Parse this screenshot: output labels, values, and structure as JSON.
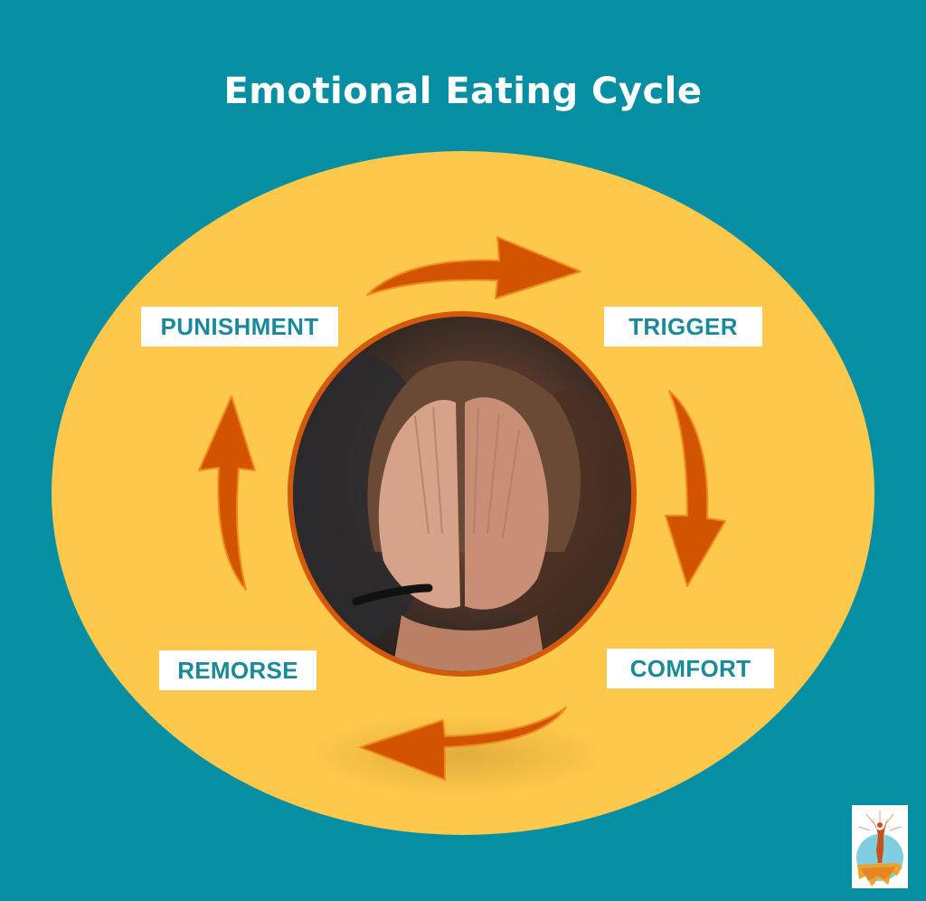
{
  "title": "Emotional Eating Cycle",
  "colors": {
    "background": "#068fa3",
    "ellipse": "#fec84b",
    "arrow": "#d35400",
    "label_text": "#1a8a9a",
    "label_bg": "#ffffff",
    "photo_border": "#d35a0c"
  },
  "cycle": {
    "stages": [
      {
        "label": "PUNISHMENT",
        "position": "top-left"
      },
      {
        "label": "TRIGGER",
        "position": "top-right"
      },
      {
        "label": "COMFORT",
        "position": "bottom-right"
      },
      {
        "label": "REMORSE",
        "position": "bottom-left"
      }
    ],
    "arrows": [
      {
        "from": "PUNISHMENT",
        "to": "TRIGGER",
        "direction": "right"
      },
      {
        "from": "TRIGGER",
        "to": "COMFORT",
        "direction": "down"
      },
      {
        "from": "COMFORT",
        "to": "REMORSE",
        "direction": "left"
      },
      {
        "from": "REMORSE",
        "to": "PUNISHMENT",
        "direction": "up"
      }
    ]
  },
  "center_image": {
    "description": "person covering face with both hands"
  },
  "logo": {
    "description": "figure with raised arms on cliff edge"
  }
}
